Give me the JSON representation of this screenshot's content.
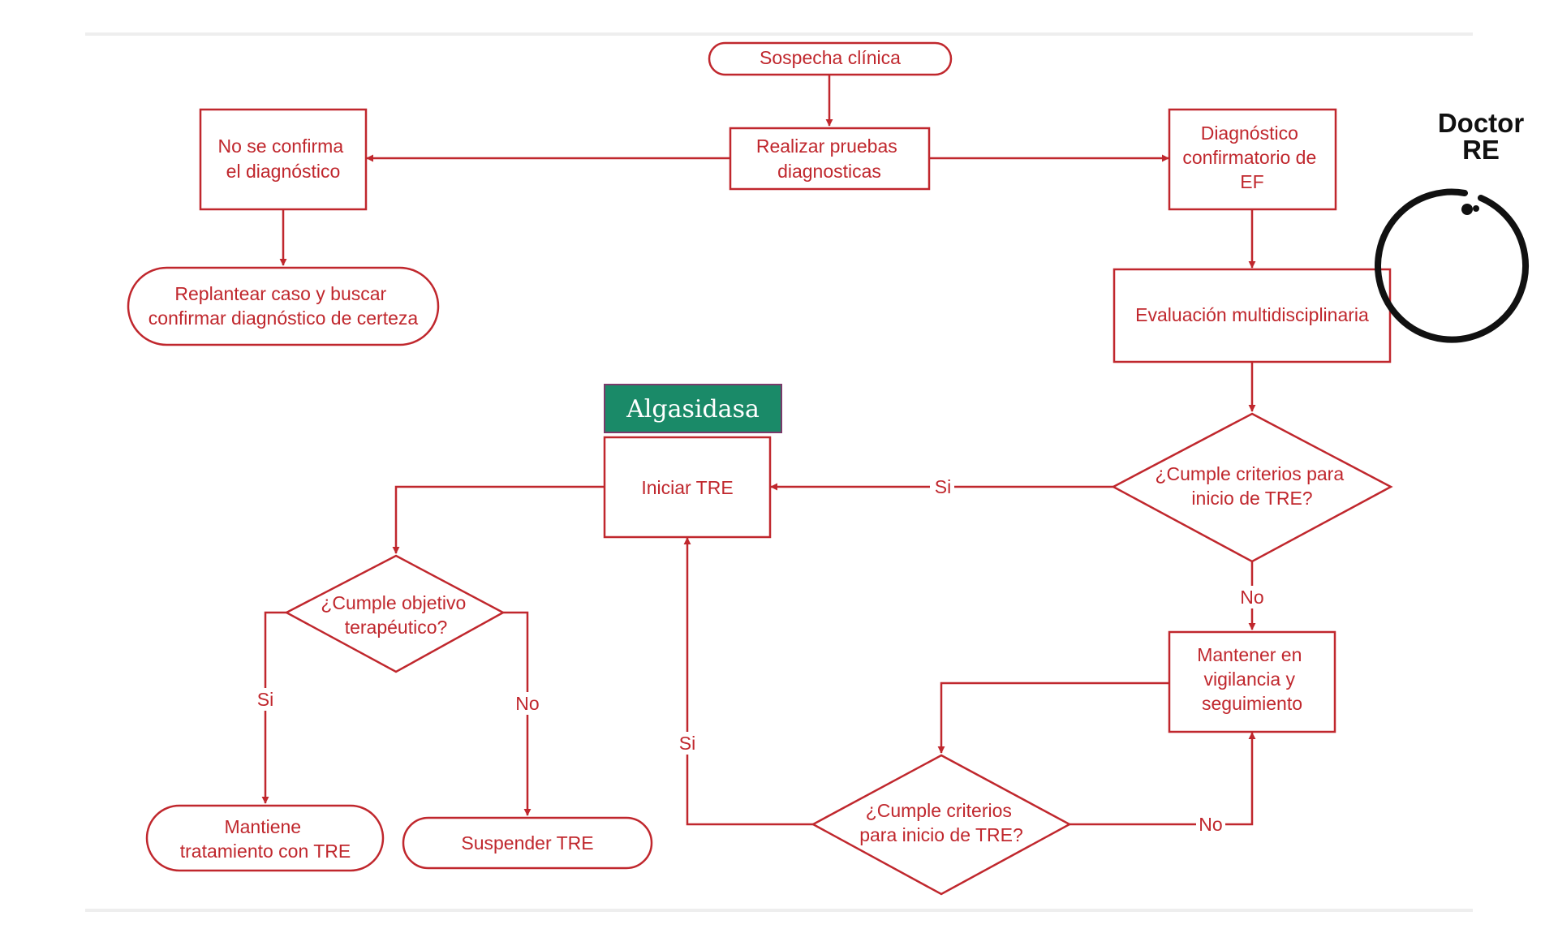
{
  "colors": {
    "stroke": "#c0272d",
    "text": "#c0272d",
    "badge_bg": "#1a8a68",
    "badge_border": "#7a3a6a",
    "badge_text": "#ffffff",
    "logo": "#111111"
  },
  "nodes": {
    "sospecha": "Sospecha clínica",
    "realizar": [
      "Realizar pruebas",
      "diagnosticas"
    ],
    "no_confirma": [
      "No se confirma",
      "el diagnóstico"
    ],
    "replantear": [
      "Replantear caso y buscar",
      "confirmar diagnóstico de certeza"
    ],
    "diag_conf": [
      "Diagnóstico",
      "confirmatorio de",
      "EF"
    ],
    "evaluacion": "Evaluación multidisciplinaria",
    "criterios_1": [
      "¿Cumple criterios para",
      "inicio de TRE?"
    ],
    "iniciar": "Iniciar TRE",
    "objetivo": [
      "¿Cumple objetivo",
      "terapéutico?"
    ],
    "mantiene": [
      "Mantiene",
      "tratamiento con TRE"
    ],
    "suspender": "Suspender TRE",
    "mantener_vig": [
      "Mantener en",
      "vigilancia y",
      "seguimiento"
    ],
    "criterios_2": [
      "¿Cumple criterios",
      "para inicio de TRE?"
    ]
  },
  "edge_labels": {
    "si_criterios1": "Si",
    "no_criterios1": "No",
    "si_objetivo": "Si",
    "no_objetivo": "No",
    "si_criterios2": "Si",
    "no_criterios2": "No"
  },
  "badge": {
    "label": "Algasidasa"
  },
  "logo": {
    "line1": "Doctor",
    "line2": "RE"
  }
}
